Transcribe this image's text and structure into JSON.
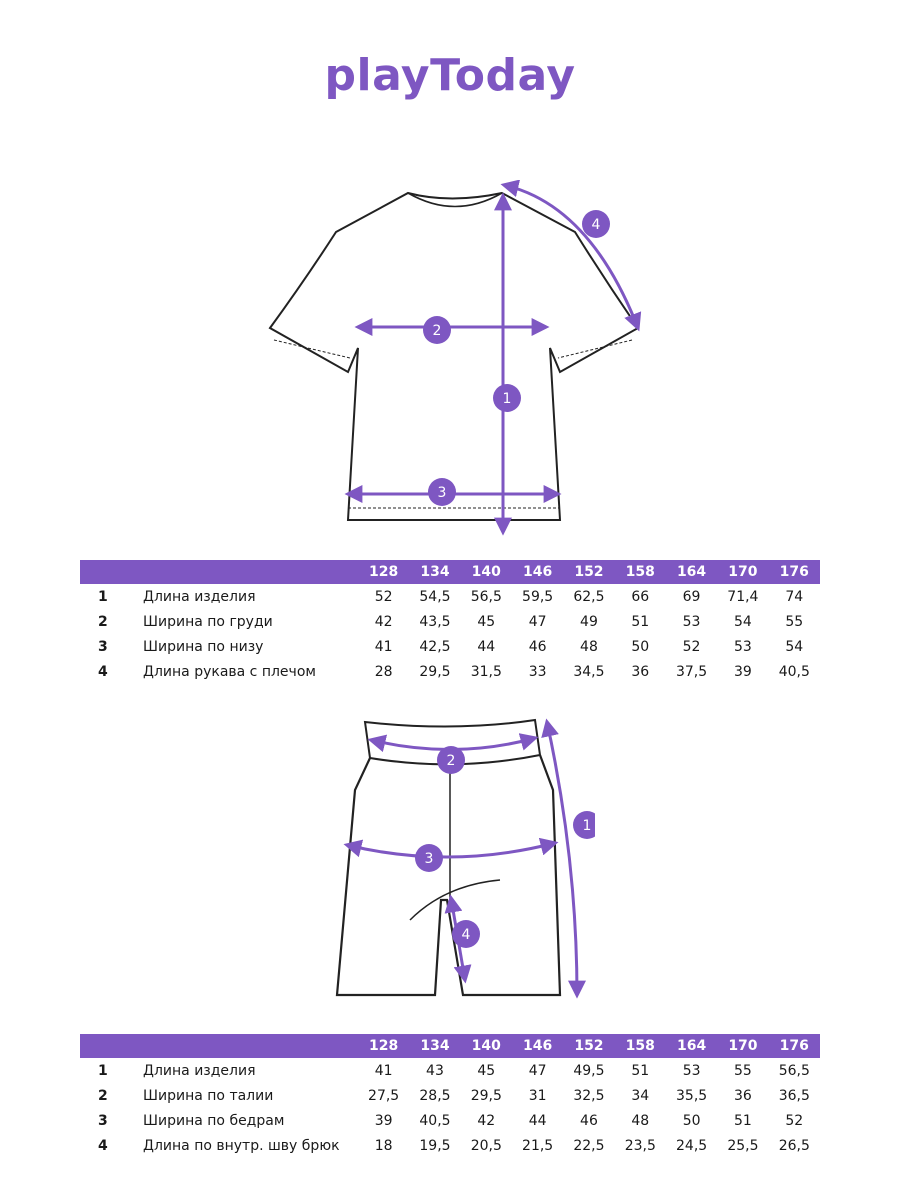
{
  "brand": {
    "logo_text": "playToday",
    "accent": "#7e57c2"
  },
  "tshirt": {
    "markers": [
      "1",
      "2",
      "3",
      "4"
    ],
    "table": {
      "sizes": [
        "128",
        "134",
        "140",
        "146",
        "152",
        "158",
        "164",
        "170",
        "176"
      ],
      "rows": [
        {
          "num": "1",
          "label": "Длина изделия",
          "values": [
            "52",
            "54,5",
            "56,5",
            "59,5",
            "62,5",
            "66",
            "69",
            "71,4",
            "74"
          ]
        },
        {
          "num": "2",
          "label": "Ширина по груди",
          "values": [
            "42",
            "43,5",
            "45",
            "47",
            "49",
            "51",
            "53",
            "54",
            "55"
          ]
        },
        {
          "num": "3",
          "label": "Ширина по низу",
          "values": [
            "41",
            "42,5",
            "44",
            "46",
            "48",
            "50",
            "52",
            "53",
            "54"
          ]
        },
        {
          "num": "4",
          "label": "Длина рукава с плечом",
          "values": [
            "28",
            "29,5",
            "31,5",
            "33",
            "34,5",
            "36",
            "37,5",
            "39",
            "40,5"
          ]
        }
      ]
    }
  },
  "shorts": {
    "markers": [
      "1",
      "2",
      "3",
      "4"
    ],
    "table": {
      "sizes": [
        "128",
        "134",
        "140",
        "146",
        "152",
        "158",
        "164",
        "170",
        "176"
      ],
      "rows": [
        {
          "num": "1",
          "label": "Длина изделия",
          "values": [
            "41",
            "43",
            "45",
            "47",
            "49,5",
            "51",
            "53",
            "55",
            "56,5"
          ]
        },
        {
          "num": "2",
          "label": "Ширина по талии",
          "values": [
            "27,5",
            "28,5",
            "29,5",
            "31",
            "32,5",
            "34",
            "35,5",
            "36",
            "36,5"
          ]
        },
        {
          "num": "3",
          "label": "Ширина по бедрам",
          "values": [
            "39",
            "40,5",
            "42",
            "44",
            "46",
            "48",
            "50",
            "51",
            "52"
          ]
        },
        {
          "num": "4",
          "label": "Длина по внутр. шву брюк",
          "values": [
            "18",
            "19,5",
            "20,5",
            "21,5",
            "22,5",
            "23,5",
            "24,5",
            "25,5",
            "26,5"
          ]
        }
      ]
    }
  }
}
